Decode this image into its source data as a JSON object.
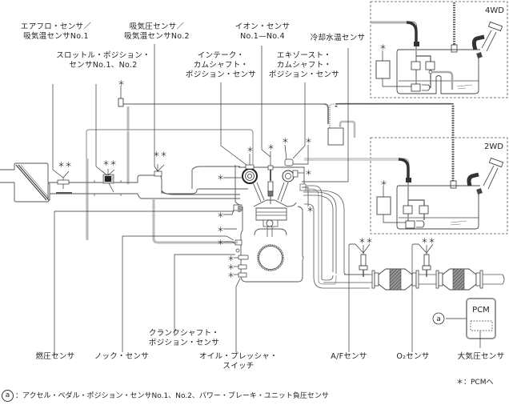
{
  "diagram": {
    "title": "Engine control system sensor layout",
    "labels": {
      "afm_iat1": [
        "エアフロ・センサ／",
        "吸気温センサNo.1"
      ],
      "map_iat2": [
        "吸気圧センサ／",
        "吸気温センサNo.2"
      ],
      "tps": [
        "スロットル・ポジション・",
        "センサNo.1、No.2"
      ],
      "ion": [
        "イオン・センサ",
        "No.1—No.4"
      ],
      "intake_cam": [
        "インテーク・",
        "カムシャフト・",
        "ポジション・センサ"
      ],
      "exhaust_cam": [
        "エキゾースト・",
        "カムシャフト・",
        "ポジション・センサ"
      ],
      "ect": [
        "冷却水温センサ"
      ],
      "crank": [
        "クランクシャフト・",
        "ポジション・センサ"
      ],
      "fuel_pressure": [
        "燃圧センサ"
      ],
      "knock": [
        "ノック・センサ"
      ],
      "oil_pressure": [
        "オイル・プレッシャ・",
        "スイッチ"
      ],
      "af_sensor": [
        "A/Fセンサ"
      ],
      "o2_sensor": [
        "O₂センサ"
      ],
      "baro": [
        "大気圧センサ"
      ]
    },
    "variants": {
      "four_wd": "4WD",
      "two_wd": "2WD"
    },
    "pcm": {
      "label": "PCM",
      "connector_marker": "a"
    },
    "markers": {
      "asterisk": "＊",
      "double_asterisk": "＊＊"
    },
    "legend": {
      "asterisk_note": "＊：PCMへ",
      "a_marker": "a",
      "a_note": "：アクセル・ペダル・ポジション・センサNo.1、No.2、パワー・ブレーキ・ユニット負圧センサ"
    },
    "colors": {
      "line": "#333333",
      "pipe_gray": "#b8b8b8",
      "dark_hose": "#444444",
      "catalyst": "#666666",
      "background": "#ffffff"
    }
  }
}
